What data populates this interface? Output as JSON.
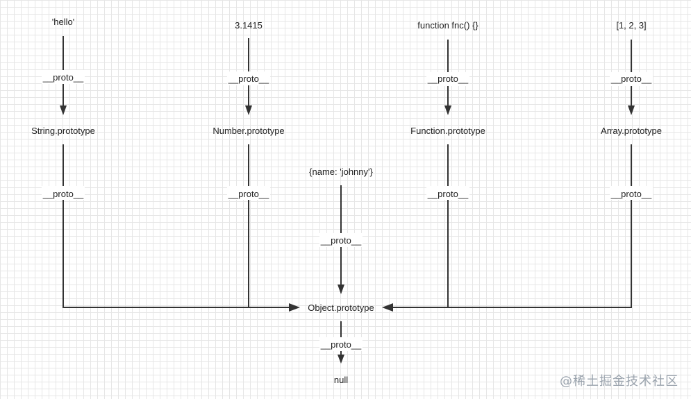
{
  "nodes": {
    "hello": "'hello'",
    "pi": "3.1415",
    "fnc": "function fnc() {}",
    "array": "[1, 2, 3]",
    "string_proto": "String.prototype",
    "number_proto": "Number.prototype",
    "function_proto": "Function.prototype",
    "array_proto": "Array.prototype",
    "obj_literal": "{name: 'johnny'}",
    "object_proto": "Object.prototype",
    "null": "null"
  },
  "edge_label": "__proto__",
  "watermark": "@稀土掘金技术社区"
}
